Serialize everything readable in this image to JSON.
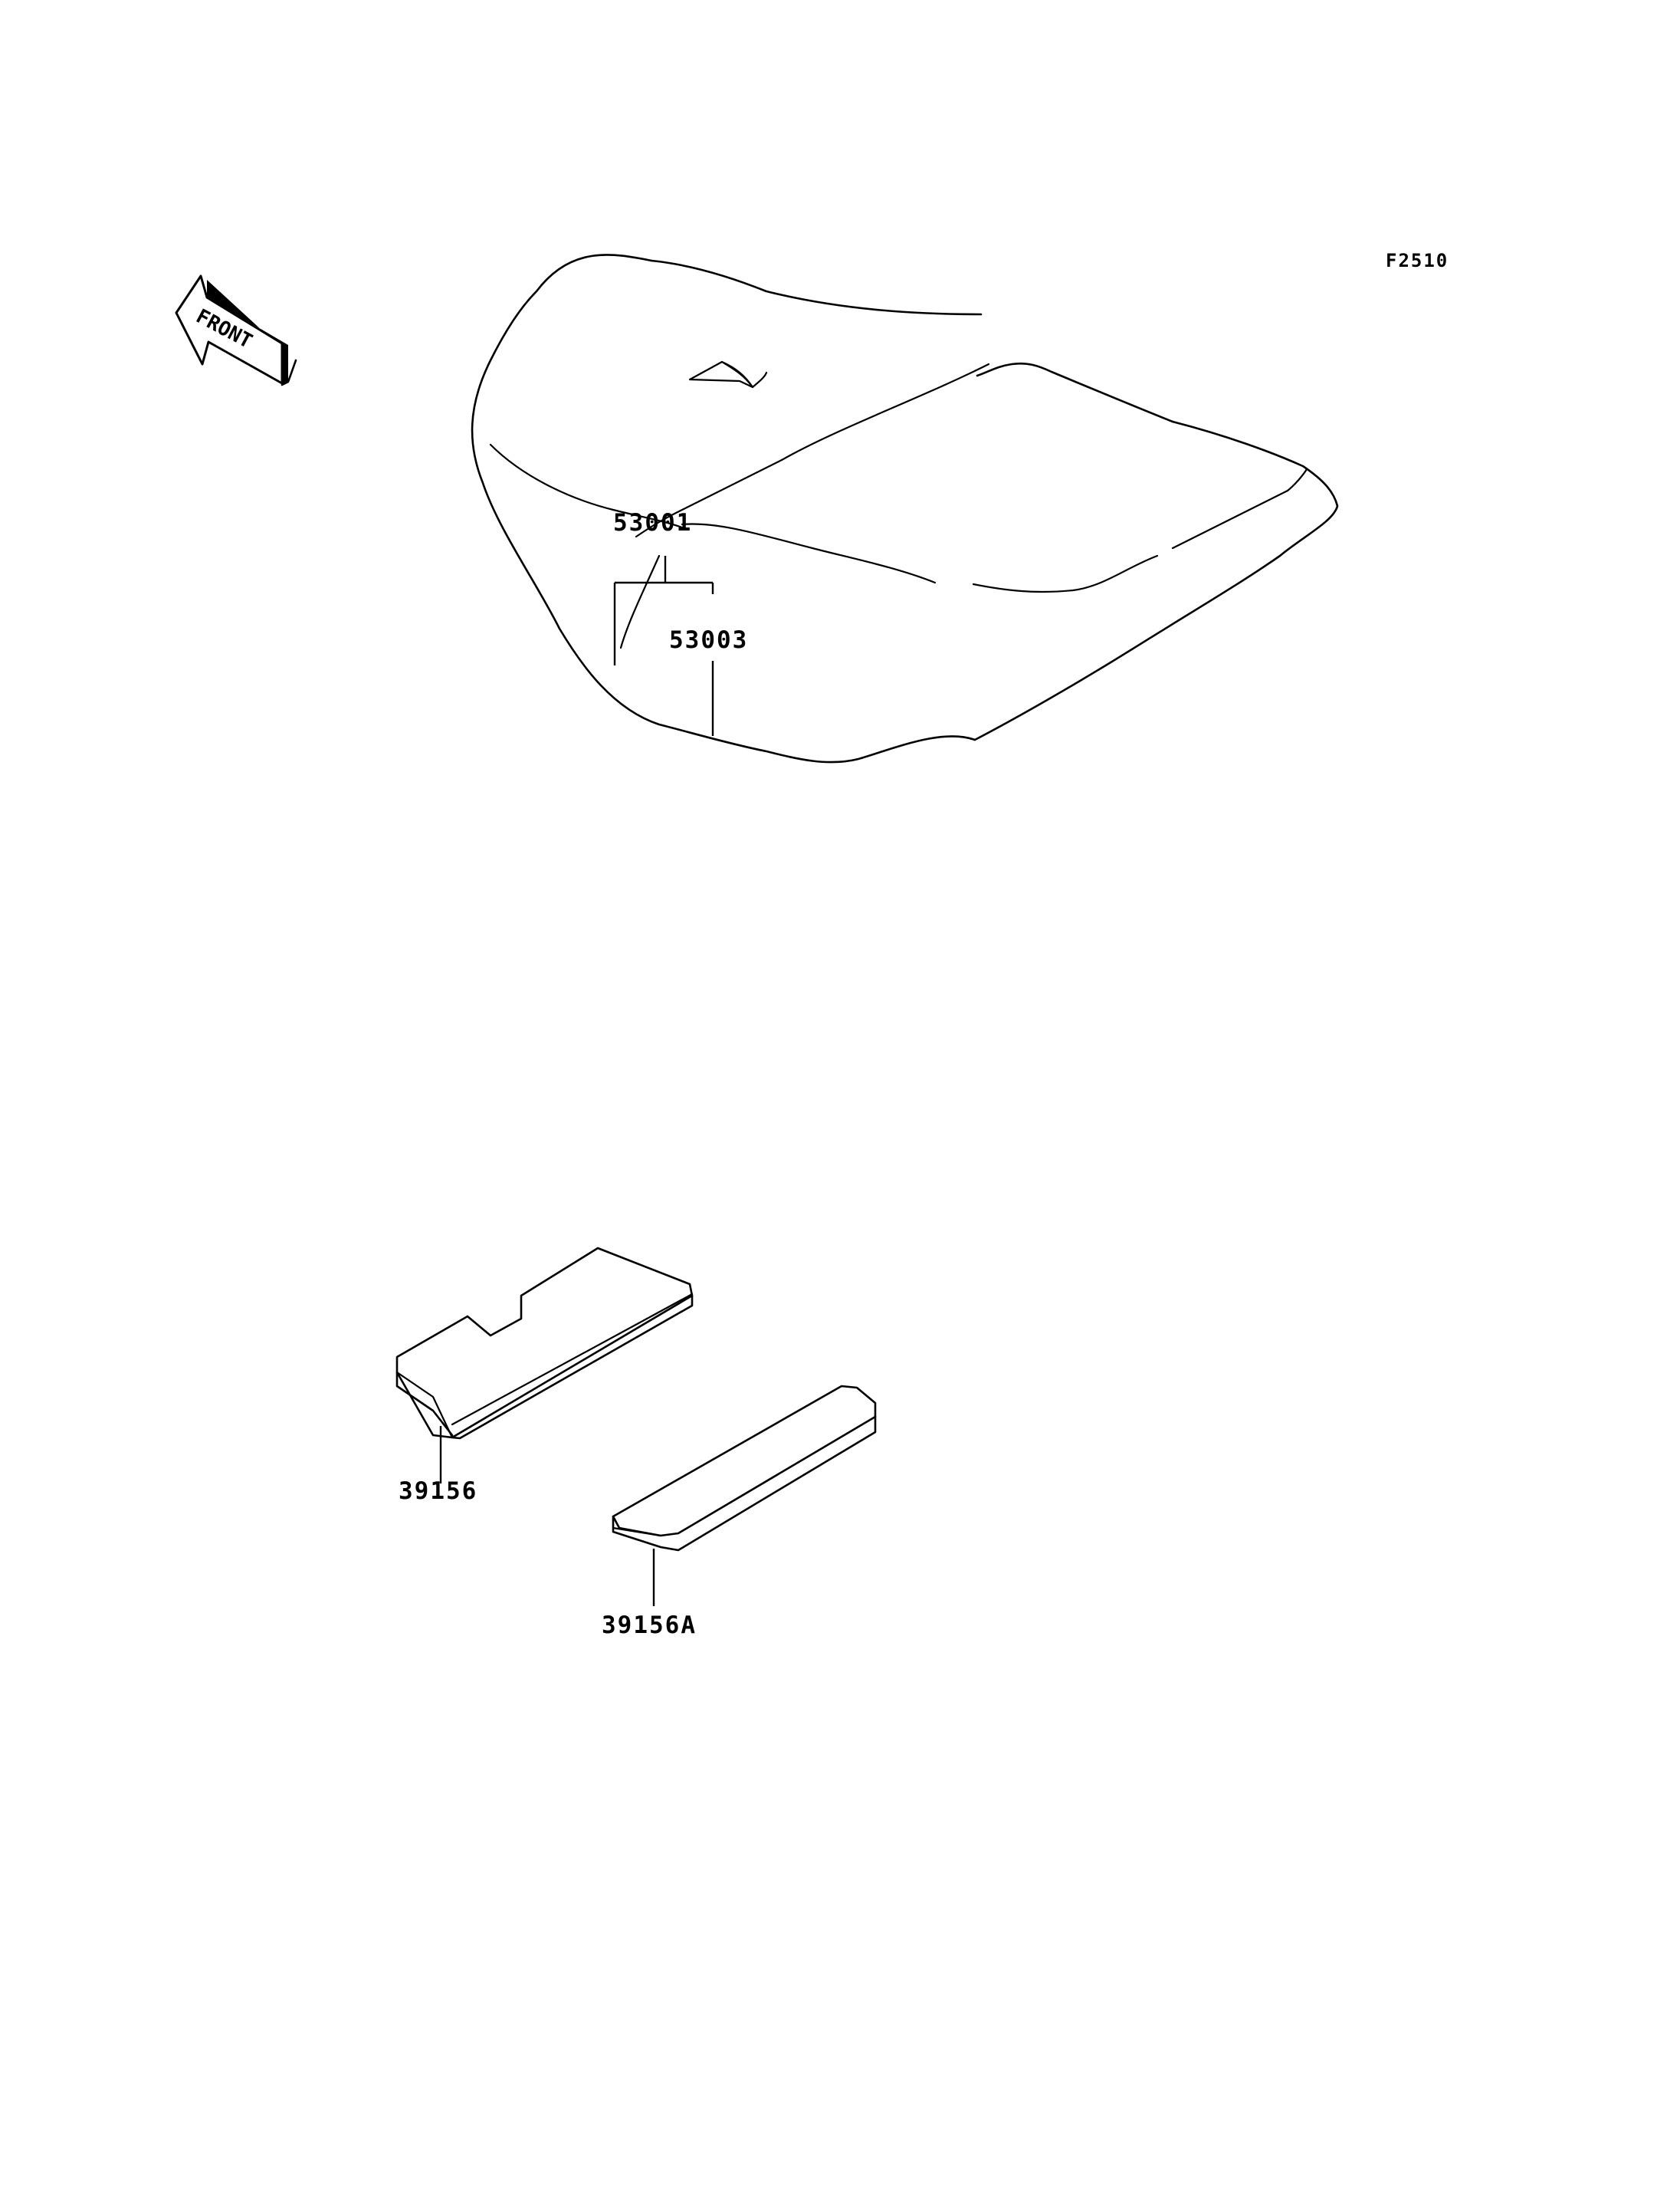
{
  "figure_code": "F2510",
  "front_arrow": {
    "text": "FRONT",
    "icon": "front-arrow-icon"
  },
  "parts": [
    {
      "id": "seat",
      "label": "53001"
    },
    {
      "id": "seat-strap",
      "label": "53003"
    },
    {
      "id": "pad-notched",
      "label": "39156"
    },
    {
      "id": "pad-rect",
      "label": "39156A"
    }
  ]
}
